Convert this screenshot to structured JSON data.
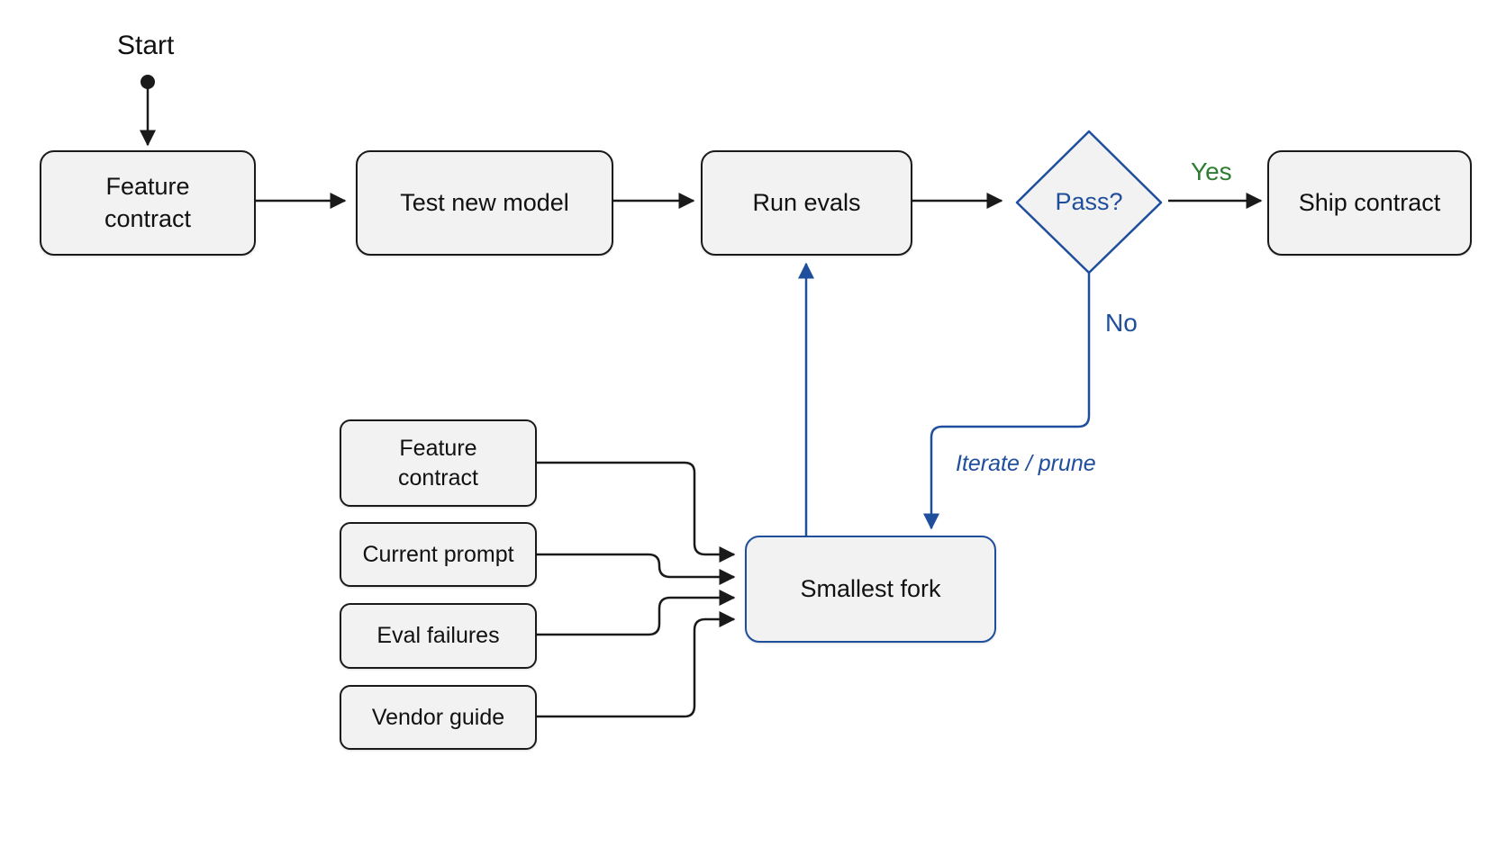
{
  "diagram": {
    "start_label": "Start",
    "decision_yes_label": "Yes",
    "decision_no_label": "No",
    "loop_label": "Iterate / prune",
    "nodes": {
      "feature_contract_top": "Feature\ncontract",
      "test_new_model": "Test new model",
      "run_evals": "Run evals",
      "pass_decision": "Pass?",
      "ship_contract": "Ship contract",
      "smallest_fork": "Smallest fork",
      "feature_contract_input": "Feature\ncontract",
      "current_prompt": "Current prompt",
      "eval_failures": "Eval failures",
      "vendor_guide": "Vendor guide"
    },
    "colors": {
      "line": "#1a1a1a",
      "accent_blue": "#1f4e9c",
      "yes_green": "#2e7d32",
      "node_fill": "#f2f2f2"
    }
  }
}
